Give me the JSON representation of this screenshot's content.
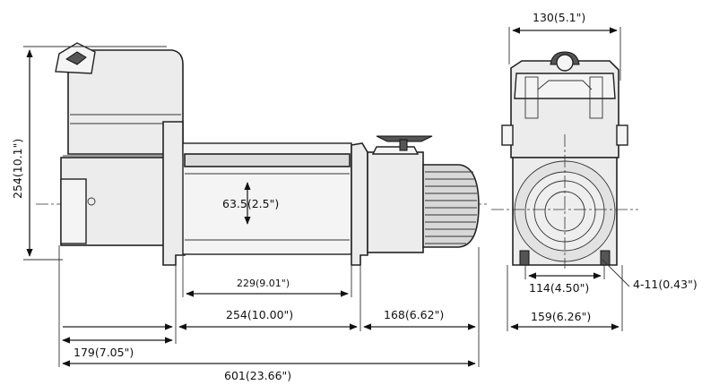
{
  "dimensions": {
    "height_total": "254(10.1\")",
    "drum_diameter": "63.5(2.5\")",
    "drum_length": "229(9.01\")",
    "mount_span": "254(10.00\")",
    "motor_length": "168(6.62\")",
    "gearbox_length": "179(7.05\")",
    "overall_length": "601(23.66\")",
    "top_width": "130(5.1\")",
    "mount_width_inner": "114(4.50\")",
    "mount_width_outer": "159(6.26\")",
    "bolt_holes": "4-11(0.43\")"
  }
}
